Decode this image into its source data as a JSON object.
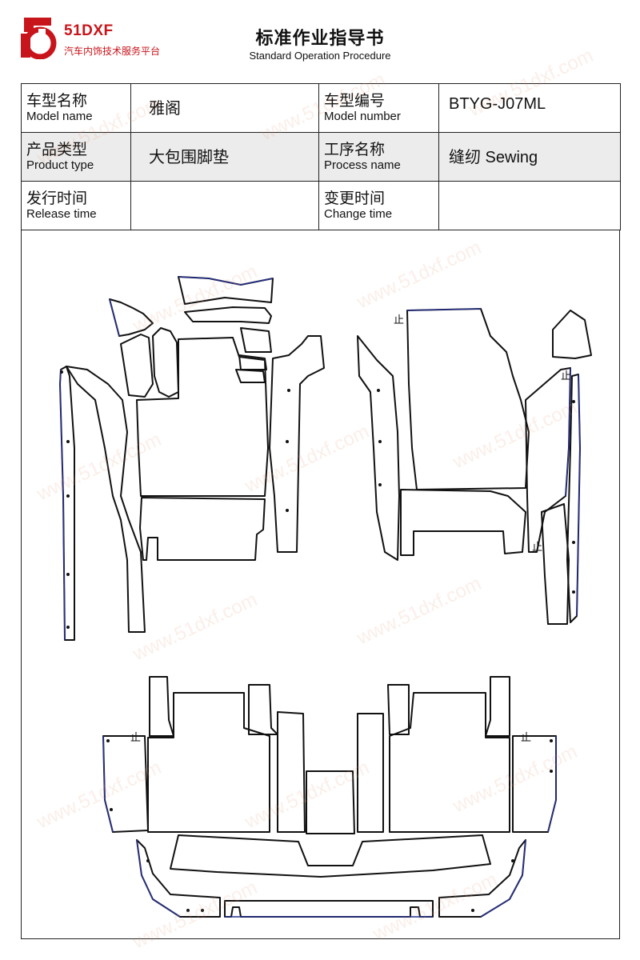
{
  "brand": {
    "name": "51DXF",
    "tagline": "汽车内饰技术服务平台",
    "red": "#c8151b"
  },
  "title": "标准作业指导书",
  "subtitle": "Standard Operation Procedure",
  "fields": {
    "model_name": {
      "zh": "车型名称",
      "en": "Model name",
      "value": "雅阁"
    },
    "model_number": {
      "zh": "车型编号",
      "en": "Model number",
      "value": "BTYG-J07ML"
    },
    "product_type": {
      "zh": "产品类型",
      "en": "Product type",
      "value": "大包围脚垫"
    },
    "process_name": {
      "zh": "工序名称",
      "en": "Process name",
      "value": "缝纫 Sewing"
    },
    "release_time": {
      "zh": "发行时间",
      "en": "Release time",
      "value": ""
    },
    "change_time": {
      "zh": "变更时间",
      "en": "Change time",
      "value": ""
    }
  },
  "drawing": {
    "stop_mark": "止",
    "outline_color": "#111111",
    "edge_color": "#26308c"
  },
  "watermark": "www.51dxf.com"
}
